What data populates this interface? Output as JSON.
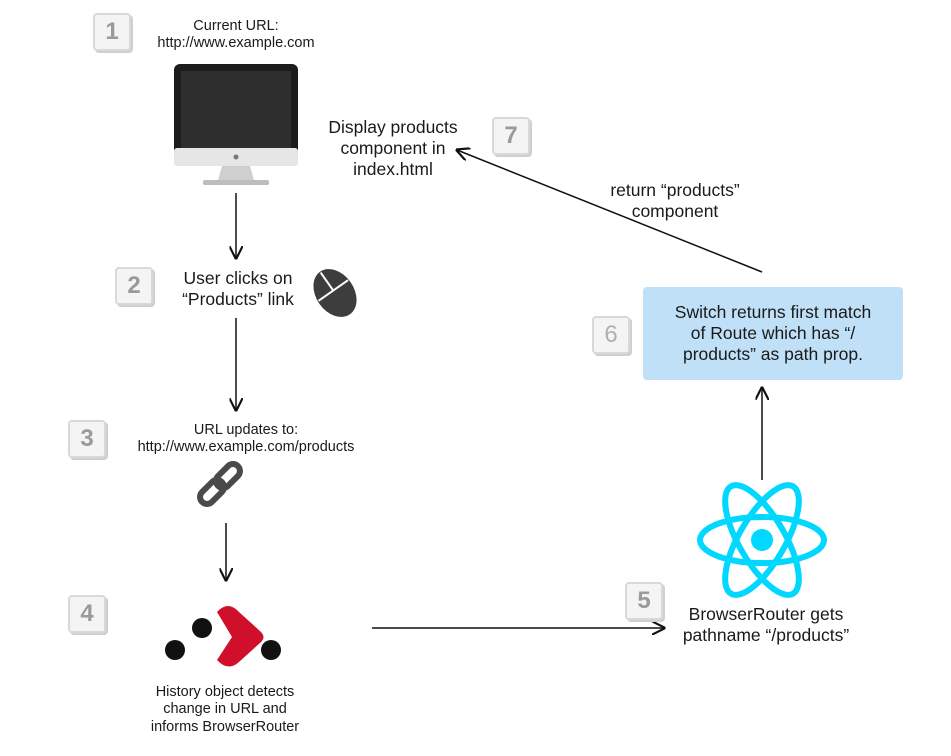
{
  "steps": [
    {
      "num": "1",
      "text": "Current URL:\nhttp://www.example.com"
    },
    {
      "num": "2",
      "text": "User clicks on\n“Products” link"
    },
    {
      "num": "3",
      "text": "URL updates to:\nhttp://www.example.com/products"
    },
    {
      "num": "4",
      "text": "History object detects\nchange in URL and\ninforms BrowserRouter"
    },
    {
      "num": "5",
      "text": "BrowserRouter gets\npathname “/products”"
    },
    {
      "num": "6",
      "text": "Switch returns first match\nof Route which has “/\nproducts” as path prop."
    },
    {
      "num": "7",
      "text": "Display products\ncomponent in\nindex.html"
    }
  ],
  "edge_label_return": "return “products”\ncomponent",
  "icons": [
    "monitor-icon",
    "mouse-icon",
    "link-chain-icon",
    "history-logo-icon",
    "react-logo-icon"
  ],
  "colors": {
    "callout_bg": "#bfe0f7",
    "history_red": "#d0102a",
    "react_blue": "#00d8ff",
    "arrow": "#111111"
  }
}
